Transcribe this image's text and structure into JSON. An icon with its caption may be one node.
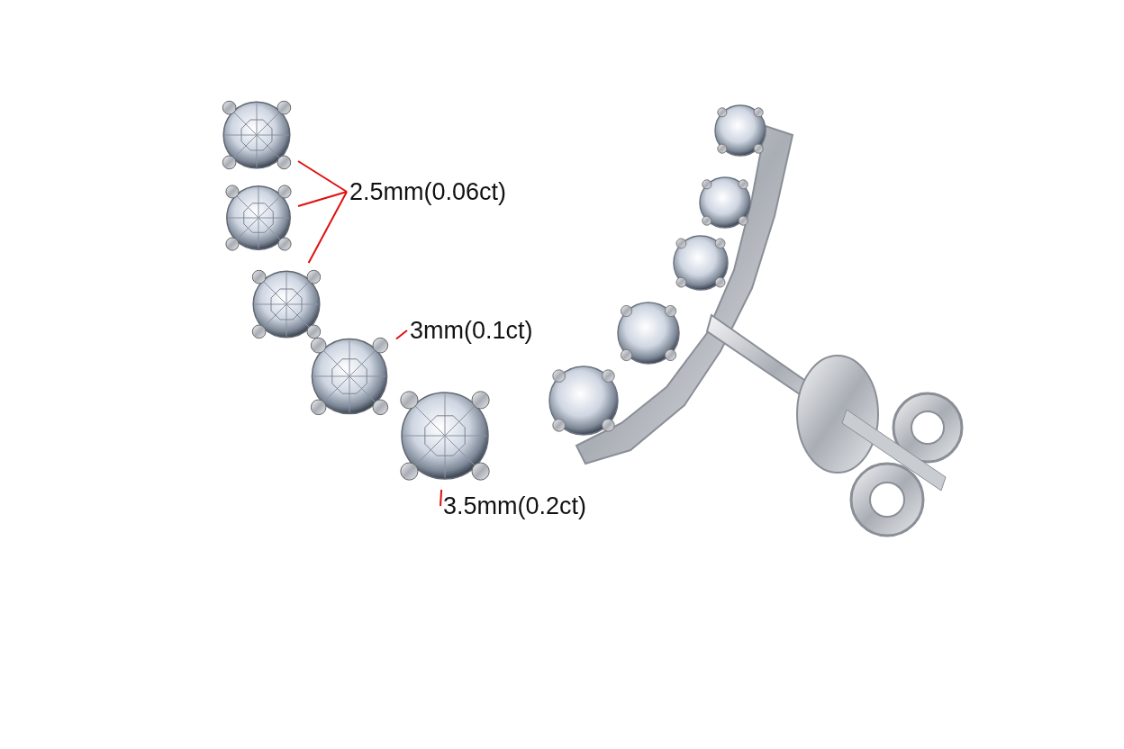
{
  "diagram": {
    "nodes": [
      {
        "text": [
          "2.5mm(0.06ct)"
        ]
      },
      {
        "text": [
          "3mm(0.1ct)"
        ]
      },
      {
        "text": [
          "3.5mm(0.2ct)"
        ]
      },
      {
        "text": [],
        "shape": "circle"
      },
      {
        "text": [],
        "shape": "circle"
      },
      {
        "text": [],
        "shape": "circle"
      },
      {
        "text": [],
        "shape": "circle"
      },
      {
        "text": [],
        "shape": "circle"
      }
    ],
    "edges": [
      {
        "from": 0,
        "to": 3,
        "arrow": "none"
      },
      {
        "from": 0,
        "to": 4,
        "arrow": "none"
      },
      {
        "from": 0,
        "to": 5,
        "arrow": "none"
      },
      {
        "from": 1,
        "to": 6,
        "arrow": "none"
      },
      {
        "from": 2,
        "to": 7,
        "arrow": "none"
      }
    ]
  }
}
